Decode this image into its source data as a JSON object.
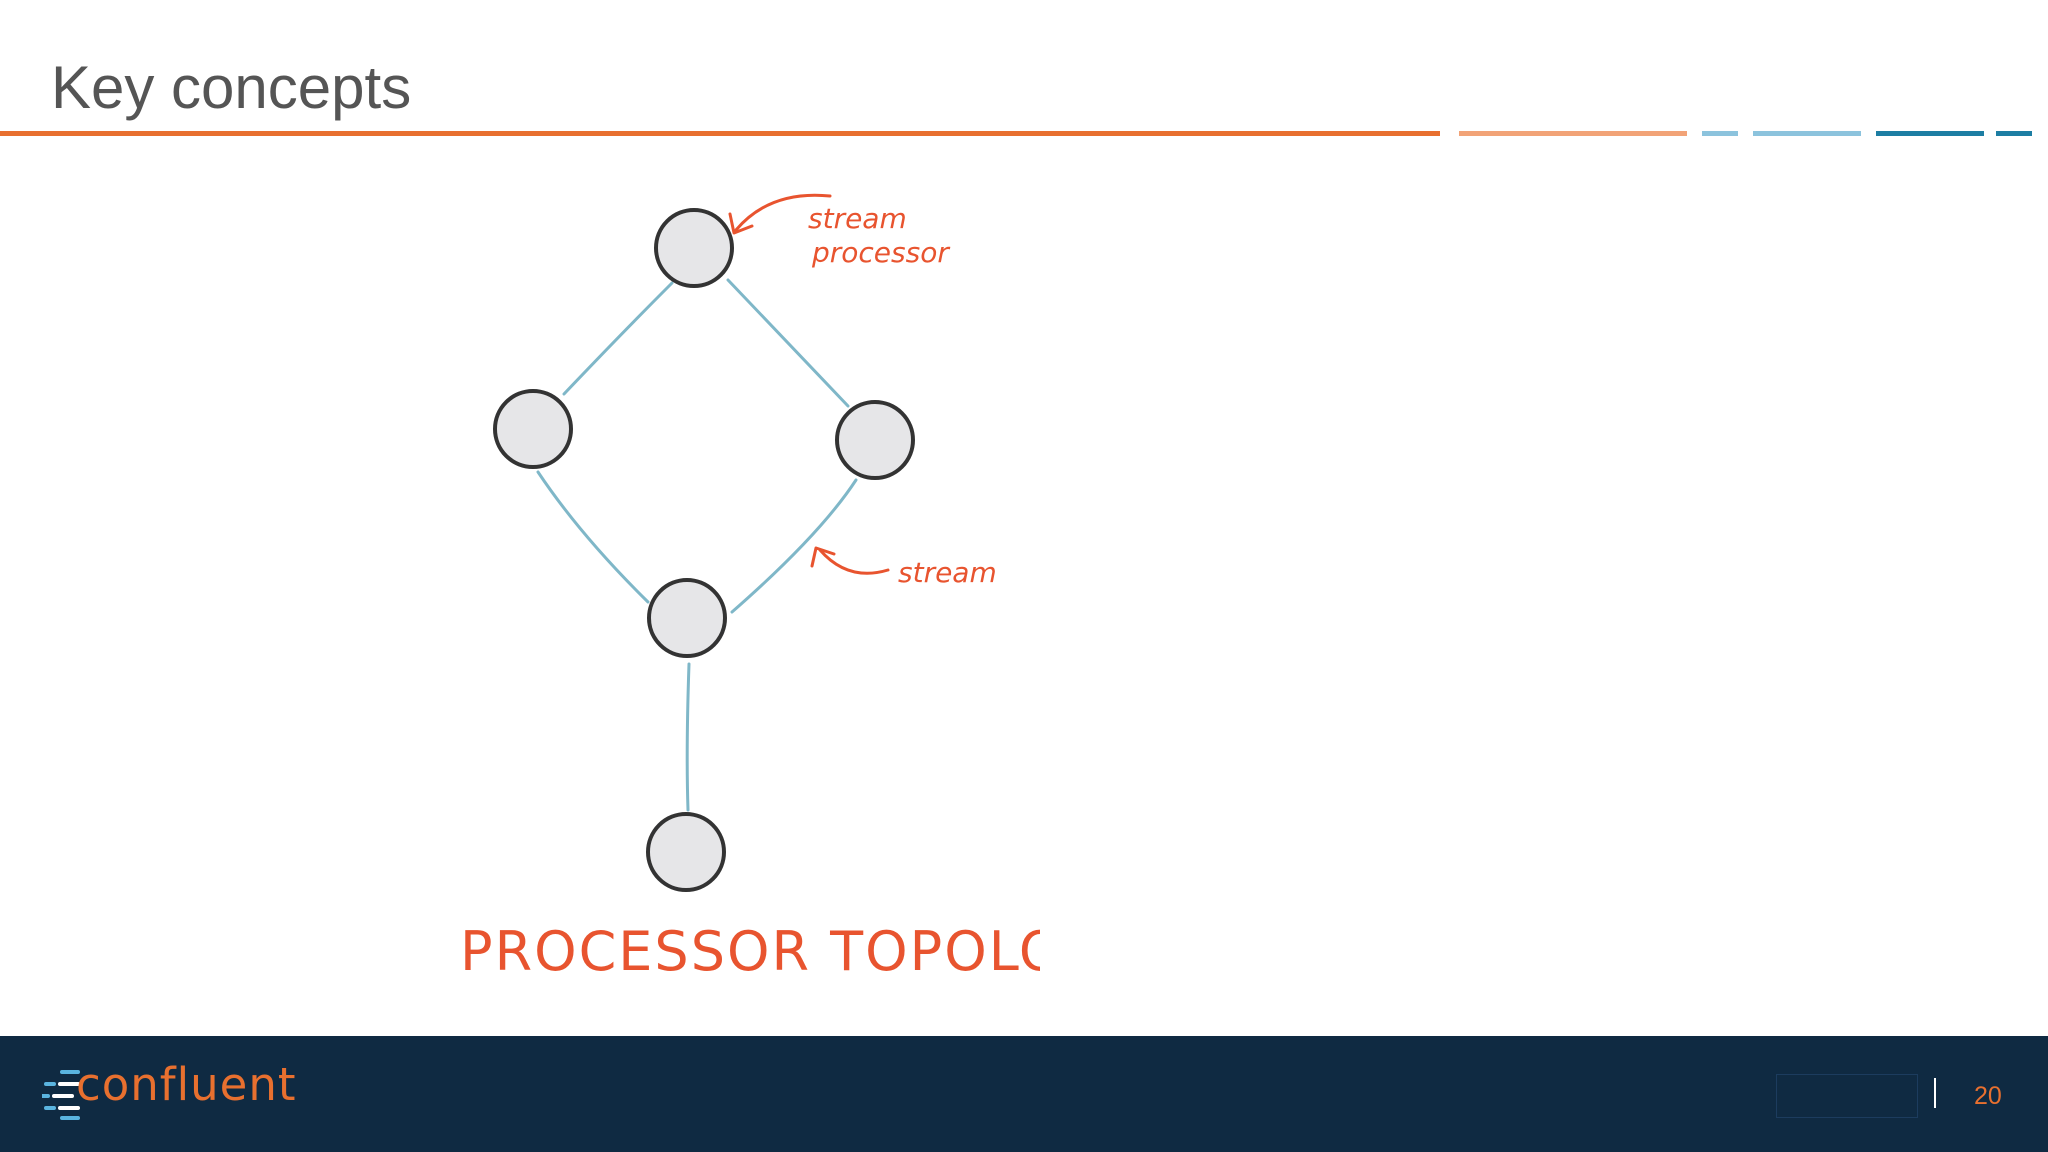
{
  "slide": {
    "title": "Key concepts",
    "page_number": "20"
  },
  "colors": {
    "orange": "#e8702f",
    "light_orange": "#f2a377",
    "light_blue": "#8cc3dd",
    "teal": "#1d7ea3",
    "footer": "#0f2a42",
    "edge": "#7fb7c8",
    "annotation": "#e8542f"
  },
  "diagram": {
    "labels": {
      "stream_processor_line1": "stream",
      "stream_processor_line2": "processor",
      "stream": "stream",
      "topology_title": "PROCESSOR TOPOLOGY"
    }
  },
  "footer": {
    "brand": "confluent"
  }
}
